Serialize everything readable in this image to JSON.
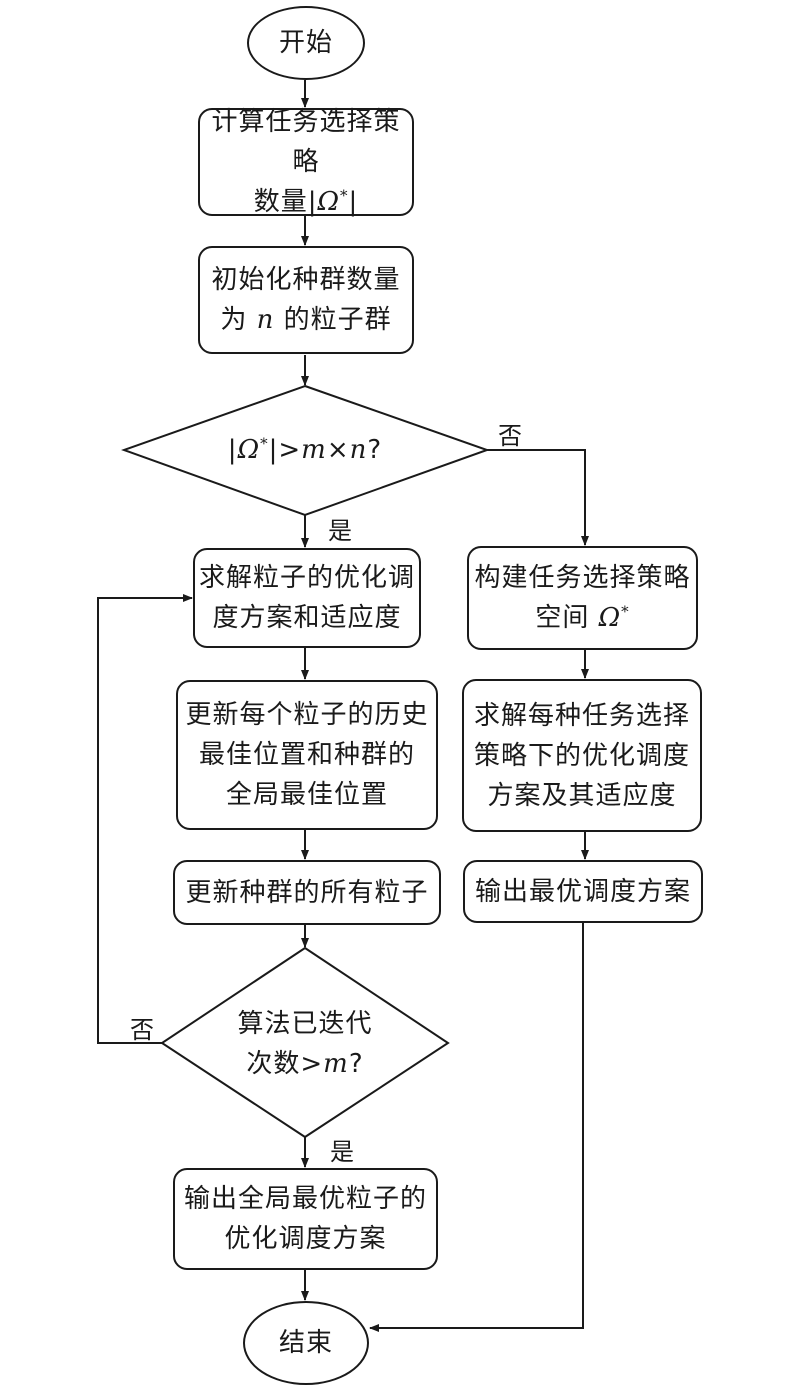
{
  "nodes": {
    "start": "开始",
    "compute_strategy": {
      "line1": "计算任务选择策略",
      "line2_pre": "数量|",
      "line2_sym": "Ω",
      "line2_sup": "*",
      "line2_post": "|"
    },
    "init_swarm": {
      "line1": "初始化种群数量",
      "line2_pre": "为 ",
      "line2_var": "n",
      "line2_post": " 的粒子群"
    },
    "decision_size": {
      "pre": "|",
      "sym": "Ω",
      "sup": "*",
      "mid": "|>",
      "m": "m",
      "times": "×",
      "n": "n",
      "q": "?"
    },
    "solve_particle": {
      "line1": "求解粒子的优化调",
      "line2": "度方案和适应度"
    },
    "update_best": {
      "line1": "更新每个粒子的历史",
      "line2": "最佳位置和种群的",
      "line3": "全局最佳位置"
    },
    "update_particles": "更新种群的所有粒子",
    "decision_iter": {
      "line1": "算法已迭代",
      "line2_pre": "次数>",
      "line2_var": "m",
      "line2_post": "?"
    },
    "output_global": {
      "line1": "输出全局最优粒子的",
      "line2": "优化调度方案"
    },
    "build_space": {
      "line1": "构建任务选择策略",
      "line2_pre": "空间 ",
      "line2_sym": "Ω",
      "line2_sup": "*"
    },
    "solve_each": {
      "line1": "求解每种任务选择",
      "line2": "策略下的优化调度",
      "line3": "方案及其适应度"
    },
    "output_optimal": "输出最优调度方案",
    "end": "结束"
  },
  "edge_labels": {
    "size_yes": "是",
    "size_no": "否",
    "iter_yes": "是",
    "iter_no": "否"
  }
}
